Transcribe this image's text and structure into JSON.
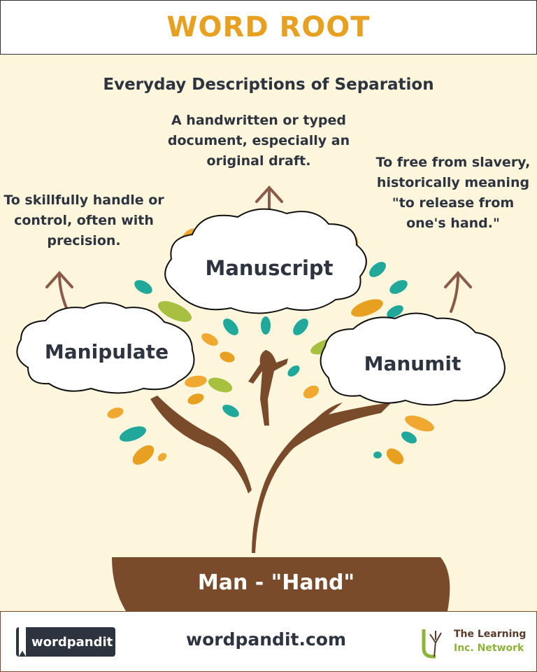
{
  "header": {
    "title": "WORD ROOT"
  },
  "subtitle": "Everyday Descriptions of Separation",
  "words": [
    {
      "word": "Manipulate",
      "definition": "To skillfully handle or control, often with precision."
    },
    {
      "word": "Manuscript",
      "definition": "A handwritten or typed document, especially an original draft."
    },
    {
      "word": "Manumit",
      "definition": "To free from slavery, historically meaning \"to release from one's hand.\""
    }
  ],
  "root": "Man - \"Hand\"",
  "footer": {
    "logo": "wordpandit",
    "site": "wordpandit.com",
    "network_line1": "The Learning",
    "network_line2": "Inc. Network"
  },
  "colors": {
    "title": "#e8a020",
    "text": "#2d3440",
    "brown": "#7a4b2a",
    "background": "#fdf6dc"
  }
}
